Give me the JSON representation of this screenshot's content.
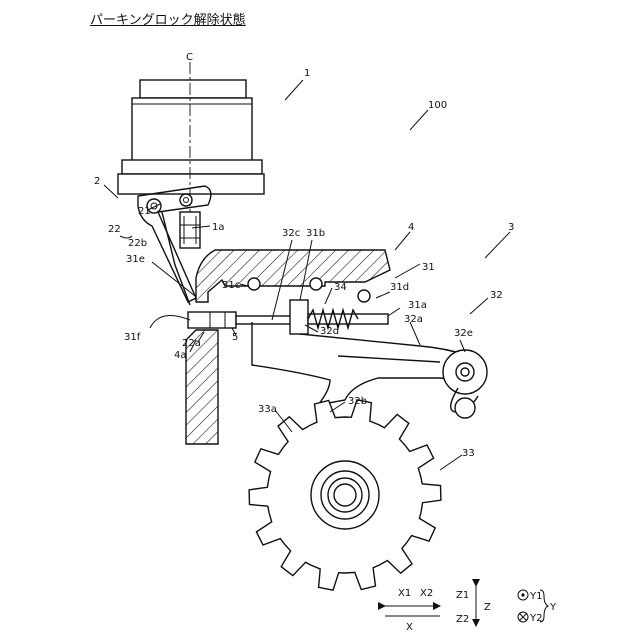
{
  "figure": {
    "title": "パーキングロック解除状態"
  },
  "labels": [
    {
      "id": "C",
      "text": "C"
    },
    {
      "id": "n1",
      "text": "1"
    },
    {
      "id": "n100",
      "text": "100"
    },
    {
      "id": "n2",
      "text": "2"
    },
    {
      "id": "n21",
      "text": "21"
    },
    {
      "id": "n22",
      "text": "22"
    },
    {
      "id": "n22b",
      "text": "22b"
    },
    {
      "id": "n1a",
      "text": "1a"
    },
    {
      "id": "n4",
      "text": "4"
    },
    {
      "id": "n3",
      "text": "3"
    },
    {
      "id": "n32c",
      "text": "32c"
    },
    {
      "id": "n31b",
      "text": "31b"
    },
    {
      "id": "n31e",
      "text": "31e"
    },
    {
      "id": "n31",
      "text": "31"
    },
    {
      "id": "n31c",
      "text": "31c"
    },
    {
      "id": "n34",
      "text": "34"
    },
    {
      "id": "n31d",
      "text": "31d"
    },
    {
      "id": "n32",
      "text": "32"
    },
    {
      "id": "n31a",
      "text": "31a"
    },
    {
      "id": "n32a",
      "text": "32a"
    },
    {
      "id": "n31f",
      "text": "31f"
    },
    {
      "id": "n22a",
      "text": "22a"
    },
    {
      "id": "n5",
      "text": "5"
    },
    {
      "id": "n32d",
      "text": "32d"
    },
    {
      "id": "n4a",
      "text": "4a"
    },
    {
      "id": "n32e",
      "text": "32e"
    },
    {
      "id": "n33a",
      "text": "33a"
    },
    {
      "id": "n32b",
      "text": "32b"
    },
    {
      "id": "n33",
      "text": "33"
    }
  ],
  "axes": {
    "x1": "X1",
    "x2": "X2",
    "x": "X",
    "z1": "Z1",
    "z2": "Z2",
    "z": "Z",
    "y1": "Y1",
    "y2": "Y2",
    "y": "Y"
  }
}
